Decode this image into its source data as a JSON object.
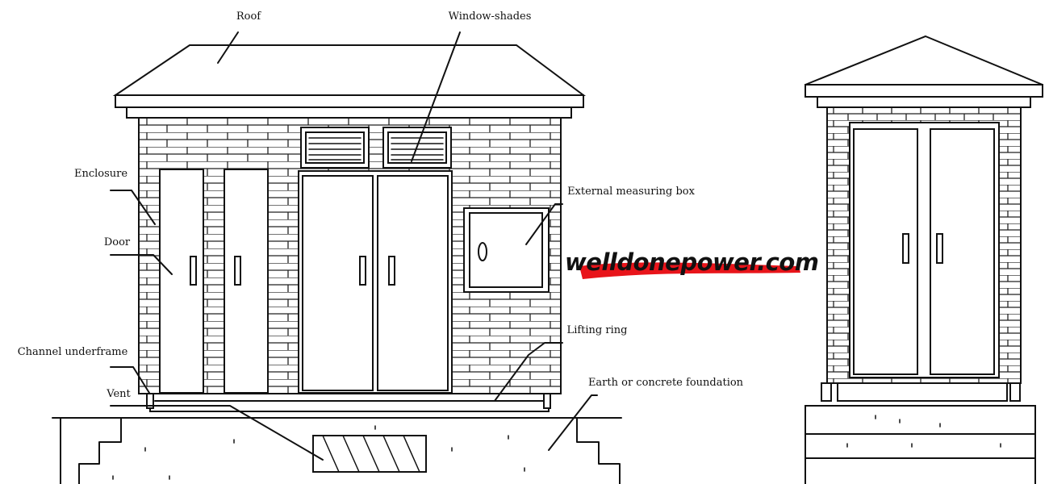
{
  "labels": {
    "roof": "Roof",
    "window_shades": "Window-shades",
    "enclosure": "Enclosure",
    "external_measuring_box": "External measuring box",
    "door": "Door",
    "lifting_ring": "Lifting ring",
    "channel_underframe": "Channel underframe",
    "vent": "Vent",
    "foundation": "Earth or concrete foundation"
  },
  "watermark": {
    "text": "welldonepower.com",
    "highlight_color": "#e8141a"
  },
  "colors": {
    "line": "#111111",
    "background": "#ffffff"
  }
}
